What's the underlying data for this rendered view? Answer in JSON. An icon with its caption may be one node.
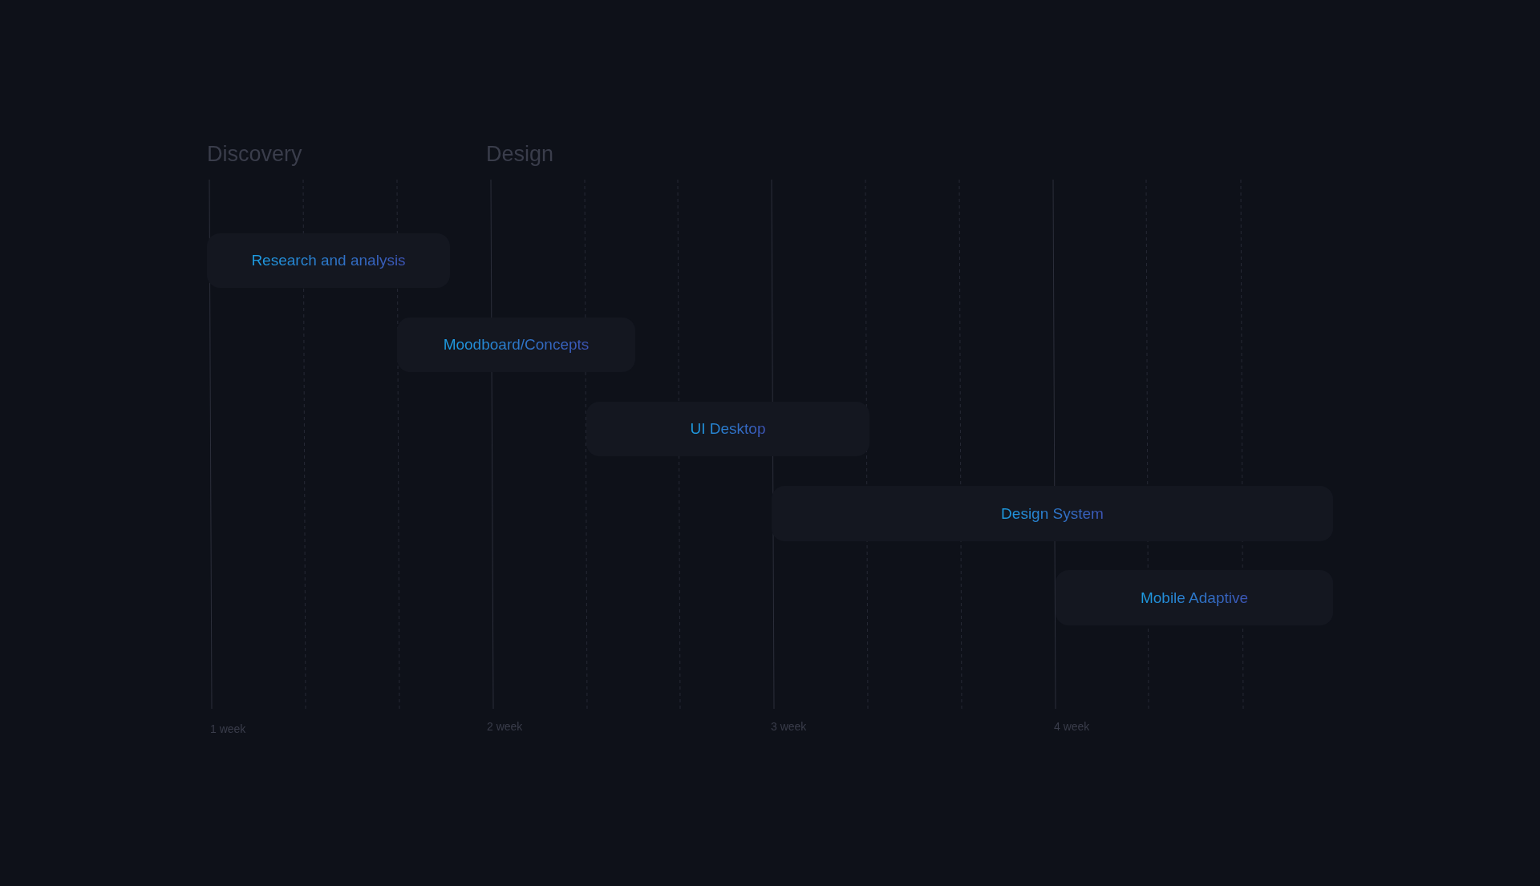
{
  "diagram": {
    "nodes": [
      {
        "text": [
          "Research and analysis"
        ]
      },
      {
        "text": [
          "Moodboard/Concepts"
        ]
      },
      {
        "text": [
          "UI Desktop"
        ]
      },
      {
        "text": [
          "Design System"
        ]
      },
      {
        "text": [
          "Mobile Adaptive"
        ]
      }
    ],
    "labels": [
      "Discovery",
      "Design",
      "1 week",
      "2 week",
      "3 week",
      "4 week"
    ]
  }
}
